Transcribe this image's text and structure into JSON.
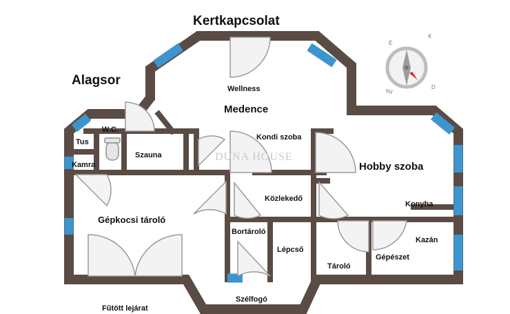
{
  "colors": {
    "wall": "#5a4b44",
    "window": "#3d95cf",
    "door_line": "#9a9a9a",
    "door_fill": "#f3f3f3",
    "background": "#ffffff"
  },
  "titles": {
    "garden_connection": "Kertkapcsolat",
    "basement": "Alagsor"
  },
  "rooms": {
    "wellness": "Wellness",
    "pool": "Medence",
    "fitness": "Kondi szoba",
    "hobby": "Hobby szoba",
    "shower": "Tus",
    "wc": "W.C.",
    "sauna": "Szauna",
    "pantry": "Kamra",
    "garage": "Gépkocsi tároló",
    "corridor": "Közlekedő",
    "wine_cellar": "Bortároló",
    "staircase": "Lépcső",
    "storage": "Tároló",
    "machinery": "Gépészet",
    "boiler": "Kazán",
    "kitchen": "Konyha",
    "vestibule": "Szélfogó",
    "heated_driveway": "Fűtött lejárat"
  },
  "watermark": "DUNA HOUSE",
  "compass": {
    "icon": "compass-icon",
    "letters": [
      "É",
      "K",
      "D",
      "Ny"
    ]
  }
}
